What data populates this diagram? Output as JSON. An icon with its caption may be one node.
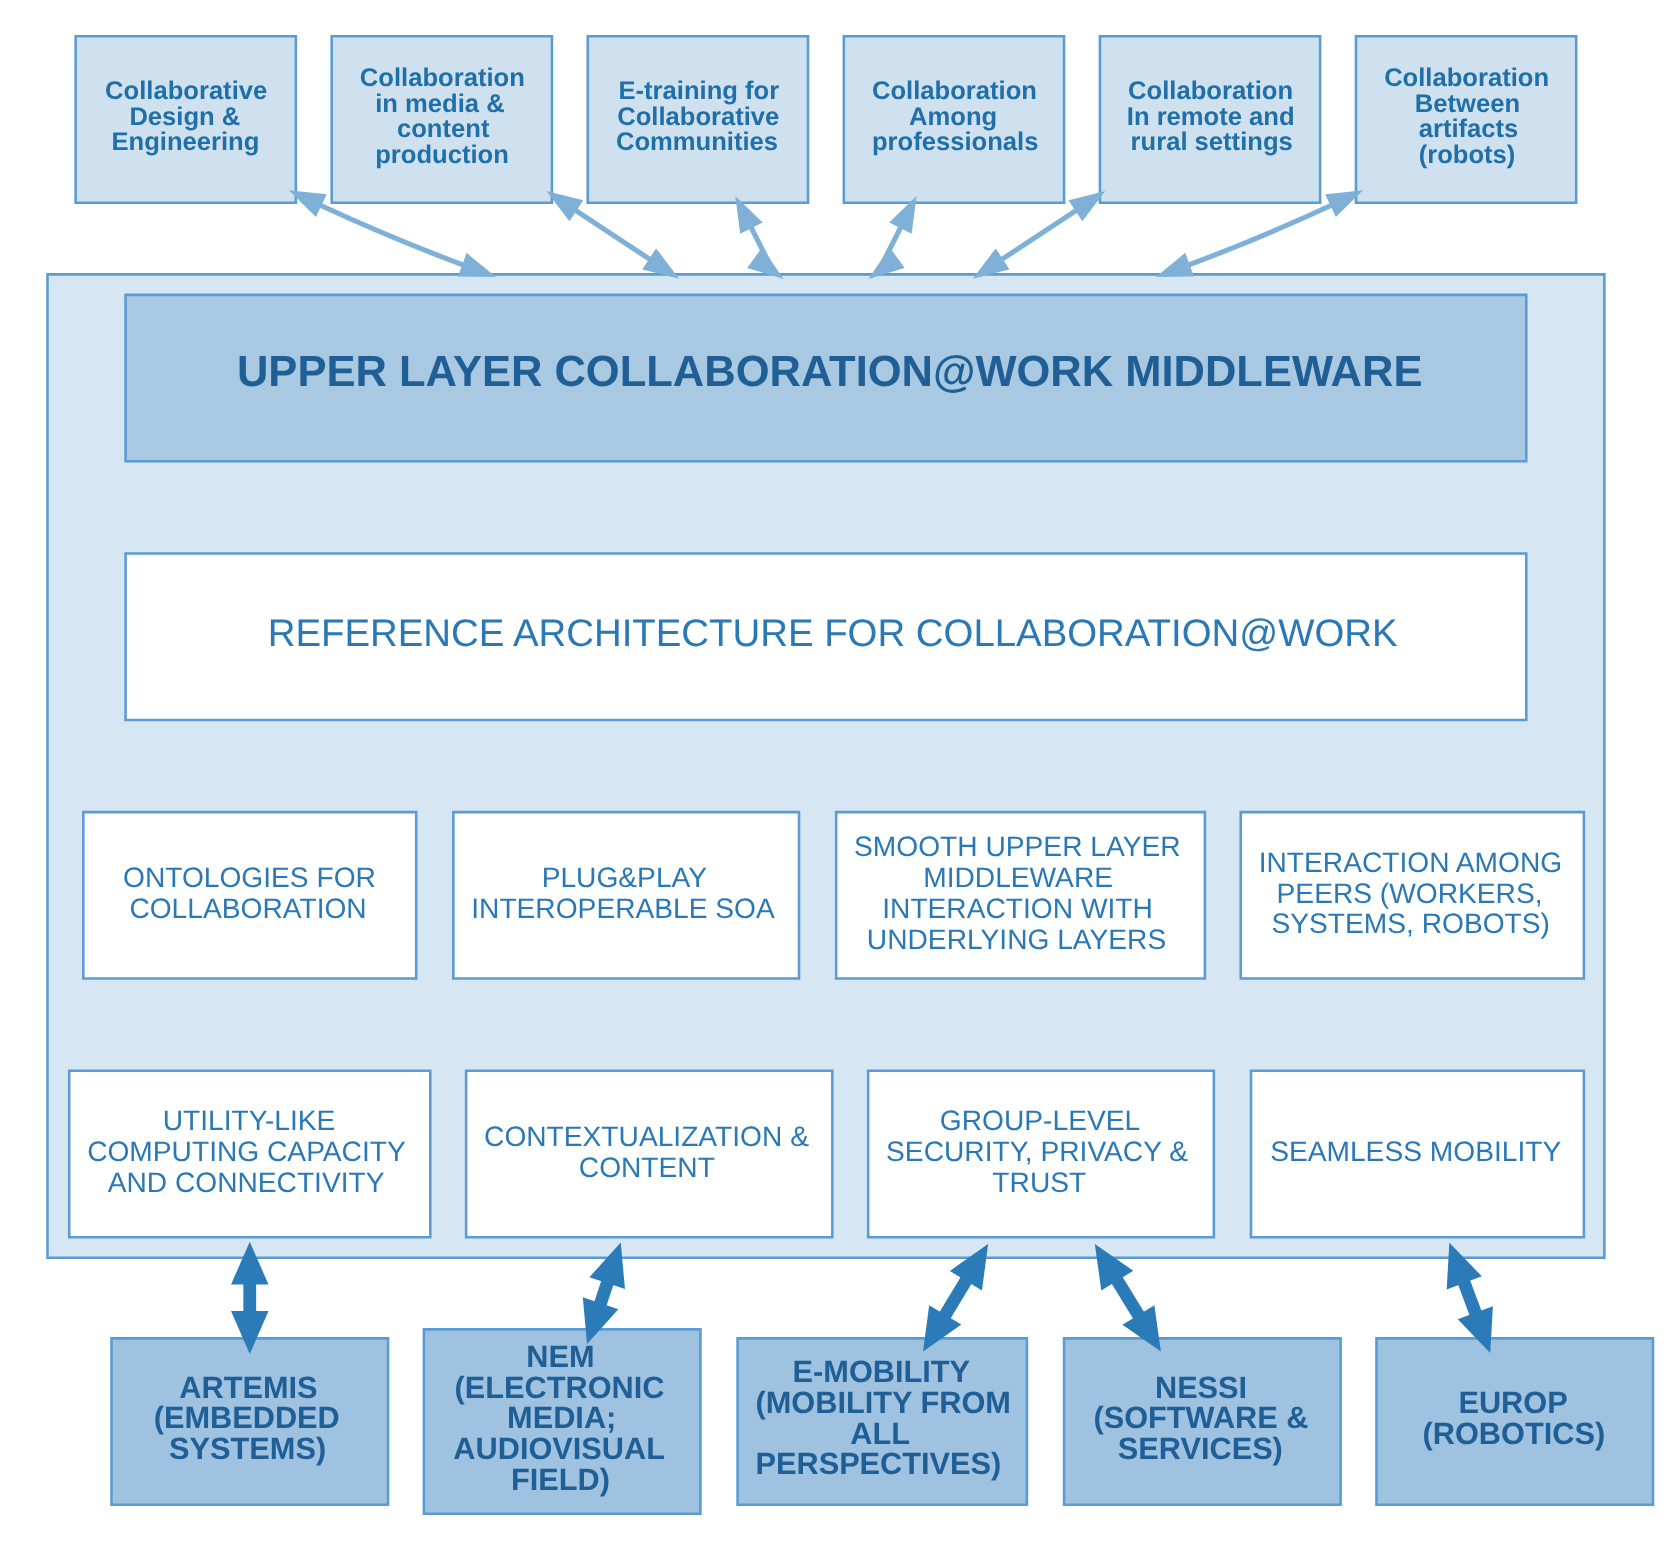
{
  "diagram": {
    "nodes": [
      {
        "text": [
          "Collaborative Design & Engineering"
        ]
      },
      {
        "text": [
          "Collaboration in media & content production"
        ]
      },
      {
        "text": [
          "E-training for Collaborative Communities"
        ]
      },
      {
        "text": [
          "Collaboration Among professionals"
        ]
      },
      {
        "text": [
          "Collaboration In remote and rural settings"
        ]
      },
      {
        "text": [
          "Collaboration Between artifacts (robots)"
        ]
      },
      {
        "text": [],
        "shape": "box"
      },
      {
        "text": [
          "UPPER LAYER COLLABORATION@WORK MIDDLEWARE"
        ],
        "in": 6
      },
      {
        "text": [
          "REFERENCE ARCHITECTURE FOR COLLABORATION@WORK"
        ],
        "in": 6
      },
      {
        "text": [
          "ONTOLOGIES FOR COLLABORATION"
        ],
        "in": 6
      },
      {
        "text": [
          "PLUG&PLAY INTEROPERABLE SOA"
        ],
        "in": 6
      },
      {
        "text": [
          "SMOOTH UPPER LAYER MIDDLEWARE INTERACTION WITH UNDERLYING LAYERS"
        ],
        "in": 6
      },
      {
        "text": [
          "INTERACTION AMONG PEERS (WORKERS, SYSTEMS, ROBOTS)"
        ],
        "in": 6
      },
      {
        "text": [
          "UTILITY-LIKE COMPUTING CAPACITY AND CONNECTIVITY"
        ],
        "in": 6
      },
      {
        "text": [
          "CONTEXTUALIZATION & CONTENT"
        ],
        "in": 6
      },
      {
        "text": [
          "GROUP-LEVEL SECURITY, PRIVACY & TRUST"
        ],
        "in": 6
      },
      {
        "text": [
          "SEAMLESS MOBILITY"
        ],
        "in": 6
      },
      {
        "text": [
          "ARTEMIS (EMBEDDED SYSTEMS)"
        ]
      },
      {
        "text": [
          "NEM (ELECTRONIC MEDIA; AUDIOVISUAL FIELD)"
        ]
      },
      {
        "text": [
          "E-MOBILITY (MOBILITY FROM ALL PERSPECTIVES)"
        ]
      },
      {
        "text": [
          "NESSI (SOFTWARE & SERVICES)"
        ]
      },
      {
        "text": [
          "EUROP (ROBOTICS)"
        ]
      }
    ],
    "edges": [
      {
        "from": 0,
        "to": 6,
        "arrow": "both"
      },
      {
        "from": 1,
        "to": 6,
        "arrow": "both"
      },
      {
        "from": 2,
        "to": 6,
        "arrow": "both"
      },
      {
        "from": 3,
        "to": 6,
        "arrow": "both"
      },
      {
        "from": 4,
        "to": 6,
        "arrow": "both"
      },
      {
        "from": 5,
        "to": 6,
        "arrow": "both"
      },
      {
        "from": 6,
        "to": 17,
        "arrow": "both",
        "style": "thick",
        "color": "#2b7bb9"
      },
      {
        "from": 6,
        "to": 18,
        "arrow": "both",
        "style": "thick",
        "color": "#2b7bb9"
      },
      {
        "from": 6,
        "to": 19,
        "arrow": "both",
        "style": "thick",
        "color": "#2b7bb9"
      },
      {
        "from": 6,
        "to": 20,
        "arrow": "both",
        "style": "thick",
        "color": "#2b7bb9"
      },
      {
        "from": 6,
        "to": 21,
        "arrow": "both",
        "style": "thick",
        "color": "#2b7bb9"
      }
    ]
  }
}
